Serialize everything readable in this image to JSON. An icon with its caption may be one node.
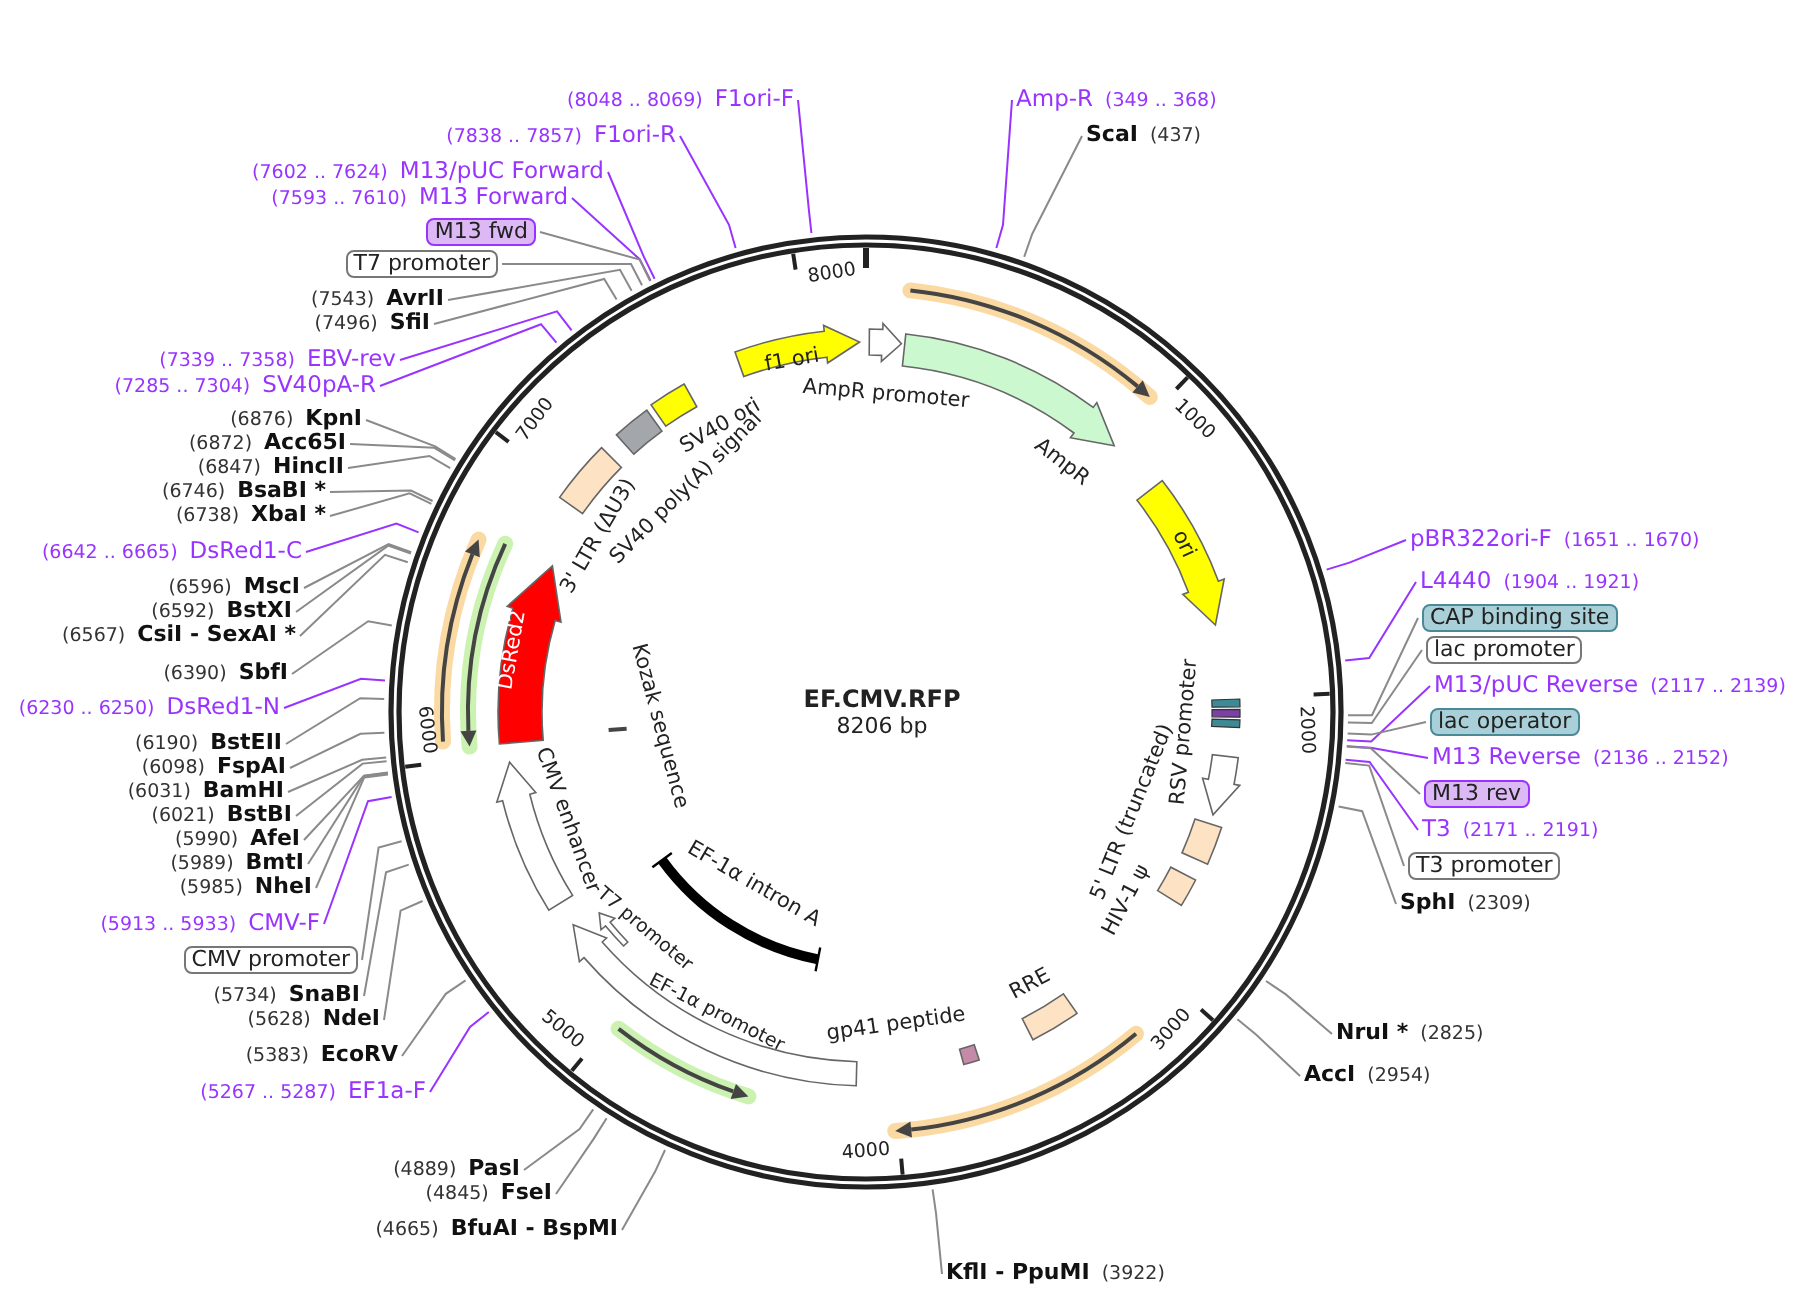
{
  "diagram": {
    "title": "EF.CMV.RFP",
    "nodes": [
      {
        "text": [
          "(8048 .. 8069)",
          "F1ori-F"
        ]
      },
      {
        "text": [
          "Amp-R",
          "(349 .. 368)"
        ]
      },
      {
        "text": [
          "ScaI",
          "(437)"
        ]
      },
      {
        "text": [
          "(7838 .. 7857)",
          "F1ori-R"
        ]
      },
      {
        "text": [
          "(7602 .. 7624)",
          "M13/pUC Forward"
        ]
      },
      {
        "text": [
          "(7593 .. 7610)",
          "M13 Forward"
        ]
      },
      {
        "text": [
          "M13 fwd"
        ]
      },
      {
        "text": [
          "T7 promoter"
        ]
      },
      {
        "text": [
          "(7543)",
          "AvrII"
        ]
      },
      {
        "text": [
          "(7496)",
          "SfiI"
        ]
      },
      {
        "text": [
          "(7339 .. 7358)",
          "EBV-rev"
        ]
      },
      {
        "text": [
          "(7285 .. 7304)",
          "SV40pA-R"
        ]
      },
      {
        "text": [
          "(6876)",
          "KpnI"
        ]
      },
      {
        "text": [
          "(6872)",
          "Acc65I"
        ]
      },
      {
        "text": [
          "(6847)",
          "HincII"
        ]
      },
      {
        "text": [
          "(6746)",
          "BsaBI *"
        ]
      },
      {
        "text": [
          "(6738)",
          "XbaI *"
        ]
      },
      {
        "text": [
          "(6642 .. 6665)",
          "DsRed1-C"
        ]
      },
      {
        "text": [
          "(6596)",
          "MscI"
        ]
      },
      {
        "text": [
          "(6592)",
          "BstXI"
        ]
      },
      {
        "text": [
          "(6567)",
          "CsiI - SexAI *"
        ]
      },
      {
        "text": [
          "(6390)",
          "SbfI"
        ]
      },
      {
        "text": [
          "(6230 .. 6250)",
          "DsRed1-N"
        ]
      },
      {
        "text": [
          "(6190)",
          "BstEII"
        ]
      },
      {
        "text": [
          "(6098)",
          "FspAI"
        ]
      },
      {
        "text": [
          "(6031)",
          "BamHI"
        ]
      },
      {
        "text": [
          "(6021)",
          "BstBI"
        ]
      },
      {
        "text": [
          "(5990)",
          "AfeI"
        ]
      },
      {
        "text": [
          "(5989)",
          "BmtI"
        ]
      },
      {
        "text": [
          "(5985)",
          "NheI"
        ]
      },
      {
        "text": [
          "(5913 .. 5933)",
          "CMV-F"
        ]
      },
      {
        "text": [
          "CMV promoter"
        ]
      },
      {
        "text": [
          "(5734)",
          "SnaBI"
        ]
      },
      {
        "text": [
          "(5628)",
          "NdeI"
        ]
      },
      {
        "text": [
          "(5383)",
          "EcoRV"
        ]
      },
      {
        "text": [
          "(5267 .. 5287)",
          "EF1a-F"
        ]
      },
      {
        "text": [
          "pBR322ori-F",
          "(1651 .. 1670)"
        ]
      },
      {
        "text": [
          "L4440",
          "(1904 .. 1921)"
        ]
      },
      {
        "text": [
          "CAP binding site"
        ]
      },
      {
        "text": [
          "lac promoter"
        ]
      },
      {
        "text": [
          "M13/pUC Reverse",
          "(2117 .. 2139)"
        ]
      },
      {
        "text": [
          "lac operator"
        ]
      },
      {
        "text": [
          "M13 Reverse",
          "(2136 .. 2152)"
        ]
      },
      {
        "text": [
          "M13 rev"
        ]
      },
      {
        "text": [
          "T3",
          "(2171 .. 2191)"
        ]
      },
      {
        "text": [
          "T3 promoter"
        ]
      },
      {
        "text": [
          "SphI",
          "(2309)"
        ]
      },
      {
        "text": [
          "NruI *",
          "(2825)"
        ]
      },
      {
        "text": [
          "AccI",
          "(2954)"
        ]
      },
      {
        "text": [
          "(4889)",
          "PasI"
        ]
      },
      {
        "text": [
          "(4845)",
          "FseI"
        ]
      },
      {
        "text": [
          "(4665)",
          "BfuAI - BspMI"
        ]
      },
      {
        "text": [
          "KflI - PpuMI",
          "(3922)"
        ]
      },
      {
        "text": [
          "f1 ori"
        ]
      },
      {
        "text": [
          "AmpR promoter"
        ]
      },
      {
        "text": [
          "AmpR"
        ]
      },
      {
        "text": [
          "ori"
        ]
      },
      {
        "text": [
          "RSV promoter"
        ]
      },
      {
        "text": [
          "5' LTR (truncated)"
        ]
      },
      {
        "text": [
          "HIV-1 ψ"
        ]
      },
      {
        "text": [
          "RRE"
        ]
      },
      {
        "text": [
          "gp41 peptide"
        ]
      },
      {
        "text": [
          "EF-1α promoter"
        ]
      },
      {
        "text": [
          "T7 promoter"
        ]
      },
      {
        "text": [
          "EF-1α intron A"
        ]
      },
      {
        "text": [
          "CMV enhancer"
        ]
      },
      {
        "text": [
          "Kozak sequence"
        ]
      },
      {
        "text": [
          "DsRed2"
        ]
      },
      {
        "text": [
          "3' LTR (ΔU3)"
        ]
      },
      {
        "text": [
          "SV40 poly(A) signal"
        ]
      },
      {
        "text": [
          "SV40 ori"
        ]
      }
    ],
    "edges": [
      {
        "from": 0,
        "to": null,
        "arrow": "none",
        "color": "#9933ff"
      },
      {
        "from": 1,
        "to": null,
        "arrow": "none",
        "color": "#9933ff"
      },
      {
        "from": 2,
        "to": null,
        "arrow": "none"
      },
      {
        "from": 3,
        "to": null,
        "arrow": "none",
        "color": "#9933ff"
      },
      {
        "from": 4,
        "to": null,
        "arrow": "none",
        "color": "#9933ff"
      },
      {
        "from": 5,
        "to": null,
        "arrow": "none",
        "color": "#9933ff"
      },
      {
        "from": 6,
        "to": null,
        "arrow": "none"
      },
      {
        "from": 7,
        "to": null,
        "arrow": "none"
      },
      {
        "from": 8,
        "to": null,
        "arrow": "none"
      },
      {
        "from": 9,
        "to": null,
        "arrow": "none"
      },
      {
        "from": 10,
        "to": null,
        "arrow": "none",
        "color": "#9933ff"
      },
      {
        "from": 11,
        "to": null,
        "arrow": "none",
        "color": "#9933ff"
      },
      {
        "from": 12,
        "to": null,
        "arrow": "none"
      },
      {
        "from": 13,
        "to": null,
        "arrow": "none"
      },
      {
        "from": 14,
        "to": null,
        "arrow": "none"
      },
      {
        "from": 15,
        "to": null,
        "arrow": "none"
      },
      {
        "from": 16,
        "to": null,
        "arrow": "none"
      },
      {
        "from": 17,
        "to": null,
        "arrow": "none",
        "color": "#9933ff"
      },
      {
        "from": 18,
        "to": null,
        "arrow": "none"
      },
      {
        "from": 19,
        "to": null,
        "arrow": "none"
      },
      {
        "from": 20,
        "to": null,
        "arrow": "none"
      },
      {
        "from": 21,
        "to": null,
        "arrow": "none"
      },
      {
        "from": 22,
        "to": null,
        "arrow": "none",
        "color": "#9933ff"
      },
      {
        "from": 23,
        "to": null,
        "arrow": "none"
      },
      {
        "from": 24,
        "to": null,
        "arrow": "none"
      },
      {
        "from": 25,
        "to": null,
        "arrow": "none"
      },
      {
        "from": 26,
        "to": null,
        "arrow": "none"
      },
      {
        "from": 27,
        "to": null,
        "arrow": "none"
      },
      {
        "from": 28,
        "to": null,
        "arrow": "none"
      },
      {
        "from": 29,
        "to": null,
        "arrow": "none"
      },
      {
        "from": 30,
        "to": null,
        "arrow": "none",
        "color": "#9933ff"
      },
      {
        "from": 31,
        "to": null,
        "arrow": "none"
      },
      {
        "from": 32,
        "to": null,
        "arrow": "none"
      },
      {
        "from": 33,
        "to": null,
        "arrow": "none"
      },
      {
        "from": 34,
        "to": null,
        "arrow": "none"
      },
      {
        "from": 35,
        "to": null,
        "arrow": "none",
        "color": "#9933ff"
      },
      {
        "from": 36,
        "to": null,
        "arrow": "none",
        "color": "#9933ff"
      },
      {
        "from": 37,
        "to": null,
        "arrow": "none",
        "color": "#9933ff"
      },
      {
        "from": 38,
        "to": null,
        "arrow": "none"
      },
      {
        "from": 39,
        "to": null,
        "arrow": "none"
      },
      {
        "from": 40,
        "to": null,
        "arrow": "none",
        "color": "#9933ff"
      },
      {
        "from": 41,
        "to": null,
        "arrow": "none"
      },
      {
        "from": 42,
        "to": null,
        "arrow": "none",
        "color": "#9933ff"
      },
      {
        "from": 43,
        "to": null,
        "arrow": "none"
      },
      {
        "from": 44,
        "to": null,
        "arrow": "none",
        "color": "#9933ff"
      },
      {
        "from": 45,
        "to": null,
        "arrow": "none"
      },
      {
        "from": 46,
        "to": null,
        "arrow": "none"
      },
      {
        "from": 47,
        "to": null,
        "arrow": "none"
      },
      {
        "from": 48,
        "to": null,
        "arrow": "none"
      },
      {
        "from": 49,
        "to": null,
        "arrow": "none"
      },
      {
        "from": 50,
        "to": null,
        "arrow": "none"
      },
      {
        "from": 51,
        "to": null,
        "arrow": "none"
      },
      {
        "from": 52,
        "to": null,
        "arrow": "none"
      }
    ],
    "labels": [
      "8206 bp",
      "1000",
      "2000",
      "3000",
      "4000",
      "5000",
      "6000",
      "7000",
      "8000"
    ]
  }
}
